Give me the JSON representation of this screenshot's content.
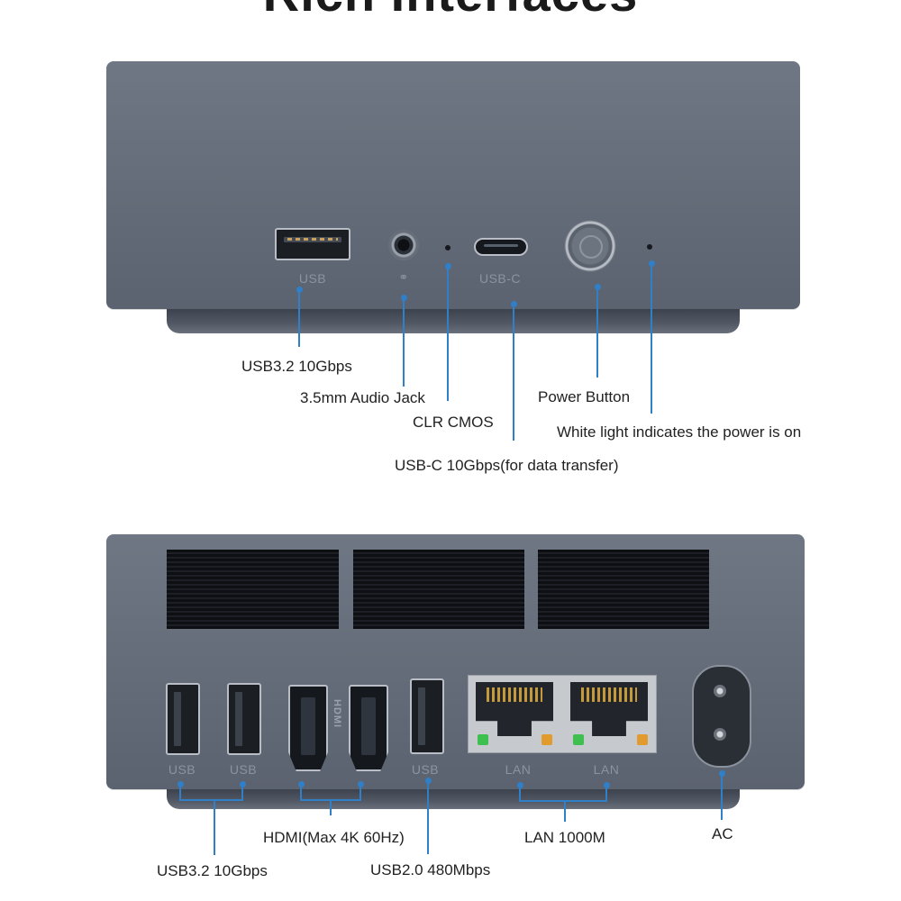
{
  "title": "Rich Interfaces",
  "front": {
    "port_labels": {
      "usb": "USB",
      "usb_c": "USB-C"
    },
    "callouts": {
      "usb32": "USB3.2 10Gbps",
      "audio": "3.5mm Audio Jack",
      "clr_cmos": "CLR CMOS",
      "usb_c": "USB-C 10Gbps(for data transfer)",
      "power_button": "Power Button",
      "power_light": "White light indicates the power is on"
    }
  },
  "rear": {
    "port_labels": {
      "usb1": "USB",
      "usb2": "USB",
      "hdmi_logo": "HDMI",
      "usb3": "USB",
      "lan1": "LAN",
      "lan2": "LAN"
    },
    "callouts": {
      "usb32": "USB3.2 10Gbps",
      "hdmi": "HDMI(Max 4K 60Hz)",
      "usb20": "USB2.0 480Mbps",
      "lan": "LAN 1000M",
      "ac": "AC"
    }
  },
  "colors": {
    "accent_line": "#2f7fc9",
    "device_body": "#666e7b",
    "lan_led_green": "#3fbf4f",
    "lan_led_orange": "#e09a2e"
  }
}
